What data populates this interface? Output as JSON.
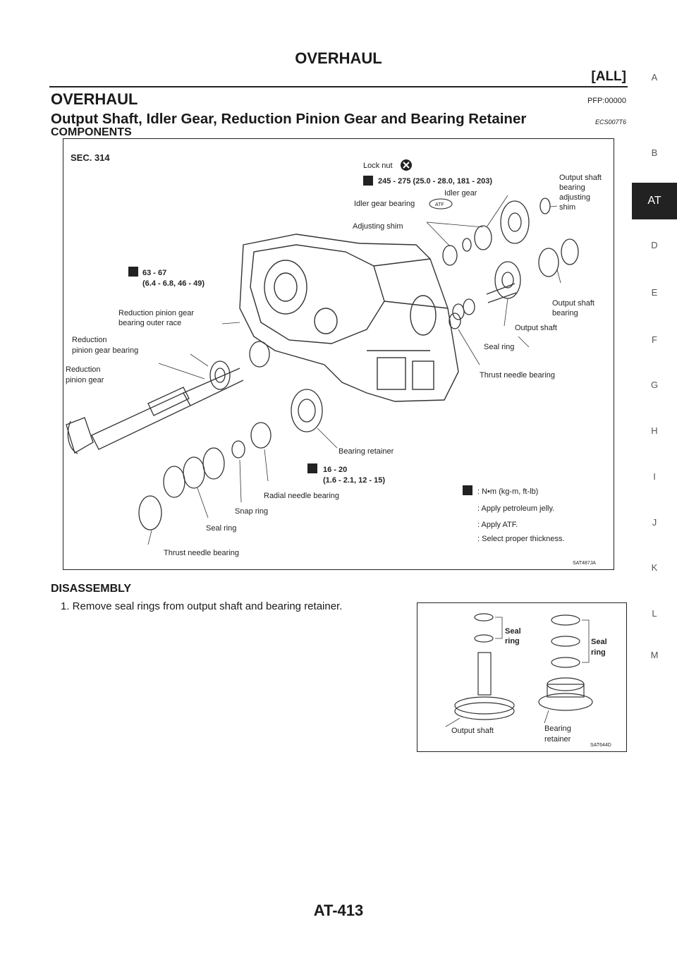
{
  "header": {
    "title": "OVERHAUL",
    "subtitle": "[ALL]"
  },
  "section": {
    "title": "OVERHAUL",
    "code": "PFP:00000"
  },
  "subsection": {
    "title": "Output Shaft, Idler Gear, Reduction Pinion Gear and Bearing Retainer",
    "code": "ECS007T6"
  },
  "components_heading": "COMPONENTS",
  "figure1": {
    "sec": "SEC. 314",
    "labels": {
      "lock_nut": "Lock nut",
      "torque1": "245 - 275 (25.0 - 28.0, 181 - 203)",
      "idler_gear": "Idler gear",
      "idler_gear_bearing": "Idler gear bearing",
      "adjusting_shim": "Adjusting shim",
      "out_shim_1": "Output shaft",
      "out_shim_2": "bearing",
      "out_shim_3": "adjusting",
      "out_shim_4": "shim",
      "torque2a": "63 - 67",
      "torque2b": "(6.4 - 6.8, 46 - 49)",
      "rpg_outer_1": "Reduction pinion gear",
      "rpg_outer_2": "bearing outer race",
      "rpg_bearing_1": "Reduction",
      "rpg_bearing_2": "pinion gear bearing",
      "rpg_1": "Reduction",
      "rpg_2": "pinion gear",
      "osb_1": "Output shaft",
      "osb_2": "bearing",
      "output_shaft": "Output shaft",
      "seal_ring": "Seal ring",
      "thrust_needle": "Thrust needle bearing",
      "bearing_retainer": "Bearing retainer",
      "torque3a": "16 - 20",
      "torque3b": "(1.6 - 2.1, 12 - 15)",
      "radial_needle": "Radial needle bearing",
      "snap_ring": "Snap ring",
      "seal_ring2": "Seal ring",
      "thrust_needle2": "Thrust needle bearing",
      "atf": "ATF"
    },
    "legend": {
      "torque": ": N•m (kg-m, ft-lb)",
      "jelly": ": Apply petroleum jelly.",
      "atf": ": Apply ATF.",
      "star": ": Select proper thickness."
    },
    "code": "SAT487JA"
  },
  "disassembly_heading": "DISASSEMBLY",
  "step1": "1.   Remove seal rings from output shaft and bearing retainer.",
  "figure2": {
    "seal_ring_1a": "Seal",
    "seal_ring_1b": "ring",
    "seal_ring_2a": "Seal",
    "seal_ring_2b": "ring",
    "output_shaft": "Output shaft",
    "bearing_retainer_a": "Bearing",
    "bearing_retainer_b": "retainer",
    "code": "SAT644D"
  },
  "tabs": [
    "A",
    "B",
    "AT",
    "D",
    "E",
    "F",
    "G",
    "H",
    "I",
    "J",
    "K",
    "L",
    "M"
  ],
  "active_tab": "AT",
  "footer": "AT-413"
}
